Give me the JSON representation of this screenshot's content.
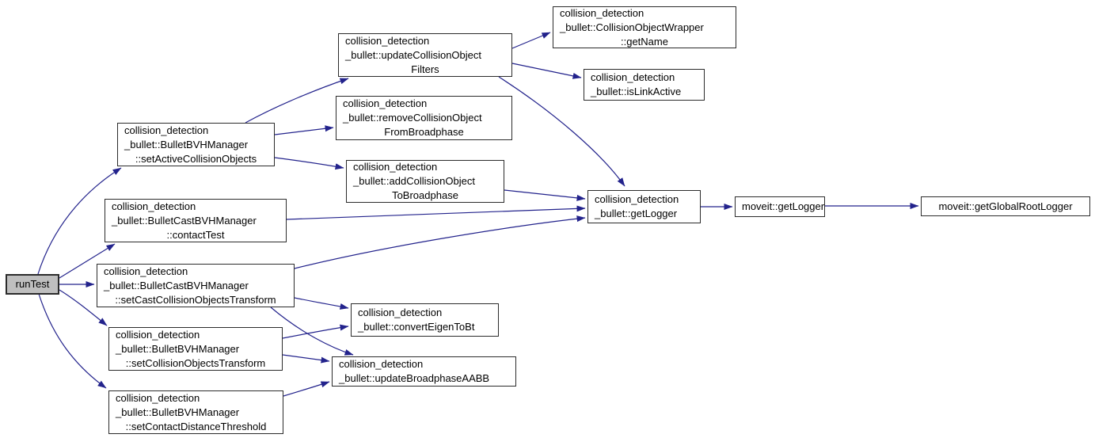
{
  "diagram": {
    "type": "call-graph",
    "root_function": "runTest",
    "description": "Call graph of runTest showing called functions"
  },
  "colors": {
    "edge": "#23238c",
    "node_border": "#2b2b2b",
    "node_fill": "#ffffff",
    "root_fill": "#bfbfbf",
    "text": "#000000",
    "background": "#ffffff"
  },
  "nodes": {
    "runTest": {
      "lines": [
        "runTest"
      ]
    },
    "setActiveCollisionObjects": {
      "lines": [
        "collision_detection",
        "_bullet::BulletBVHManager",
        "::setActiveCollisionObjects"
      ]
    },
    "contactTest": {
      "lines": [
        "collision_detection",
        "_bullet::BulletCastBVHManager",
        "::contactTest"
      ]
    },
    "setCastCollisionObjectsTransform": {
      "lines": [
        "collision_detection",
        "_bullet::BulletCastBVHManager",
        "::setCastCollisionObjectsTransform"
      ]
    },
    "setCollisionObjectsTransform": {
      "lines": [
        "collision_detection",
        "_bullet::BulletBVHManager",
        "::setCollisionObjectsTransform"
      ]
    },
    "setContactDistanceThreshold": {
      "lines": [
        "collision_detection",
        "_bullet::BulletBVHManager",
        "::setContactDistanceThreshold"
      ]
    },
    "updateCollisionObjectFilters": {
      "lines": [
        "collision_detection",
        "_bullet::updateCollisionObject",
        "Filters"
      ]
    },
    "removeCollisionObjectFromBroadphase": {
      "lines": [
        "collision_detection",
        "_bullet::removeCollisionObject",
        "FromBroadphase"
      ]
    },
    "addCollisionObjectToBroadphase": {
      "lines": [
        "collision_detection",
        "_bullet::addCollisionObject",
        "ToBroadphase"
      ]
    },
    "getName": {
      "lines": [
        "collision_detection",
        "_bullet::CollisionObjectWrapper",
        "::getName"
      ]
    },
    "isLinkActive": {
      "lines": [
        "collision_detection",
        "_bullet::isLinkActive"
      ]
    },
    "getLogger": {
      "lines": [
        "collision_detection",
        "_bullet::getLogger"
      ]
    },
    "convertEigenToBt": {
      "lines": [
        "collision_detection",
        "_bullet::convertEigenToBt"
      ]
    },
    "updateBroadphaseAABB": {
      "lines": [
        "collision_detection",
        "_bullet::updateBroadphaseAABB"
      ]
    },
    "moveitGetLogger": {
      "lines": [
        "moveit::getLogger"
      ]
    },
    "moveitGetGlobalRootLogger": {
      "lines": [
        "moveit::getGlobalRootLogger"
      ]
    }
  },
  "edges": [
    {
      "from": "runTest",
      "to": "setActiveCollisionObjects"
    },
    {
      "from": "runTest",
      "to": "contactTest"
    },
    {
      "from": "runTest",
      "to": "setCastCollisionObjectsTransform"
    },
    {
      "from": "runTest",
      "to": "setCollisionObjectsTransform"
    },
    {
      "from": "runTest",
      "to": "setContactDistanceThreshold"
    },
    {
      "from": "setActiveCollisionObjects",
      "to": "updateCollisionObjectFilters"
    },
    {
      "from": "setActiveCollisionObjects",
      "to": "removeCollisionObjectFromBroadphase"
    },
    {
      "from": "setActiveCollisionObjects",
      "to": "addCollisionObjectToBroadphase"
    },
    {
      "from": "updateCollisionObjectFilters",
      "to": "getName"
    },
    {
      "from": "updateCollisionObjectFilters",
      "to": "isLinkActive"
    },
    {
      "from": "updateCollisionObjectFilters",
      "to": "getLogger"
    },
    {
      "from": "addCollisionObjectToBroadphase",
      "to": "getLogger"
    },
    {
      "from": "contactTest",
      "to": "getLogger"
    },
    {
      "from": "setCastCollisionObjectsTransform",
      "to": "getLogger"
    },
    {
      "from": "setCastCollisionObjectsTransform",
      "to": "convertEigenToBt"
    },
    {
      "from": "setCastCollisionObjectsTransform",
      "to": "updateBroadphaseAABB"
    },
    {
      "from": "setCollisionObjectsTransform",
      "to": "convertEigenToBt"
    },
    {
      "from": "setCollisionObjectsTransform",
      "to": "updateBroadphaseAABB"
    },
    {
      "from": "setContactDistanceThreshold",
      "to": "updateBroadphaseAABB"
    },
    {
      "from": "getLogger",
      "to": "moveitGetLogger"
    },
    {
      "from": "moveitGetLogger",
      "to": "moveitGetGlobalRootLogger"
    }
  ]
}
